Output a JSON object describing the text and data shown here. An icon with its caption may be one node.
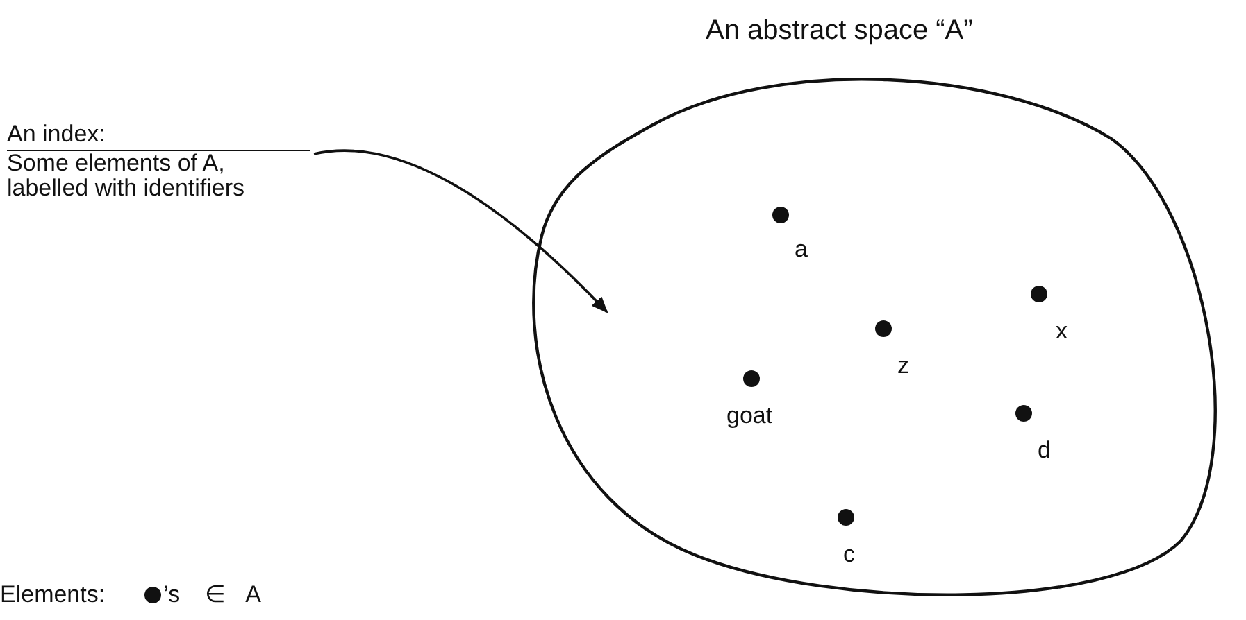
{
  "diagram": {
    "nodes": [
      {
        "text": [
          "An abstract space “A”"
        ]
      },
      {
        "text": [
          "An index:",
          "Some elements of A, labelled with identifiers"
        ]
      },
      {
        "text": [
          "a"
        ],
        "in": 0
      },
      {
        "text": [
          "z"
        ],
        "in": 0
      },
      {
        "text": [
          "x"
        ],
        "in": 0
      },
      {
        "text": [
          "goat"
        ],
        "in": 0
      },
      {
        "text": [
          "d"
        ],
        "in": 0
      },
      {
        "text": [
          "c"
        ],
        "in": 0
      }
    ],
    "edges": [
      {
        "from": 1,
        "to": 0,
        "arrow": "to"
      }
    ],
    "labels": [
      "Elements:",
      "’s",
      "∈",
      "A"
    ]
  }
}
